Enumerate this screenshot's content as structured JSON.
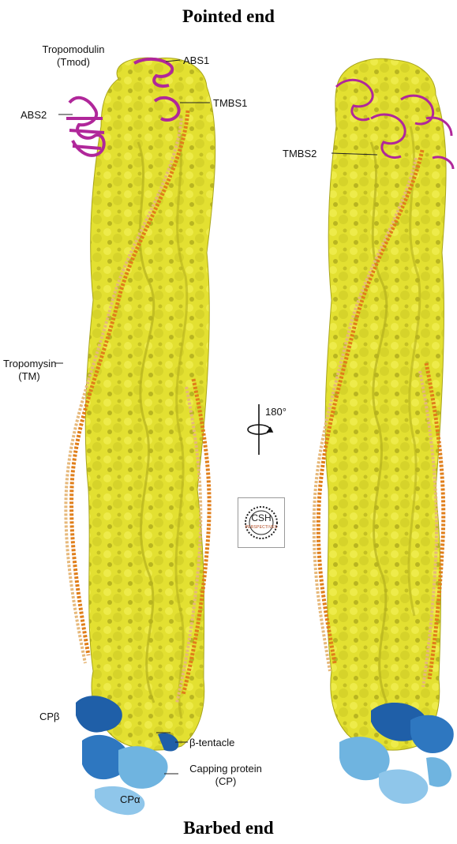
{
  "titles": {
    "top": "Pointed end",
    "bottom": "Barbed end"
  },
  "labels": {
    "tmod": "Tropomodulin",
    "tmod_abbr": "(Tmod)",
    "abs1": "ABS1",
    "abs2": "ABS2",
    "tmbs1": "TMBS1",
    "tmbs2": "TMBS2",
    "tm": "Tropomysin",
    "tm_abbr": "(TM)",
    "rotation": "180°",
    "cp_beta": "CPβ",
    "beta_tentacle": "β-tentacle",
    "cp": "Capping protein",
    "cp_abbr": "(CP)",
    "cp_alpha": "CPα"
  },
  "logo": {
    "line1": "CSH",
    "line2": "PERSPECTIVES"
  },
  "colors": {
    "actin": "#e3e031",
    "actin_dark": "#a9a51c",
    "tropomyosin": "#e07e1a",
    "tropomyosin_light": "#e6b87a",
    "tropomodulin": "#b0279a",
    "capping_beta": "#1f5fa8",
    "capping_alpha": "#6fb4e0"
  }
}
